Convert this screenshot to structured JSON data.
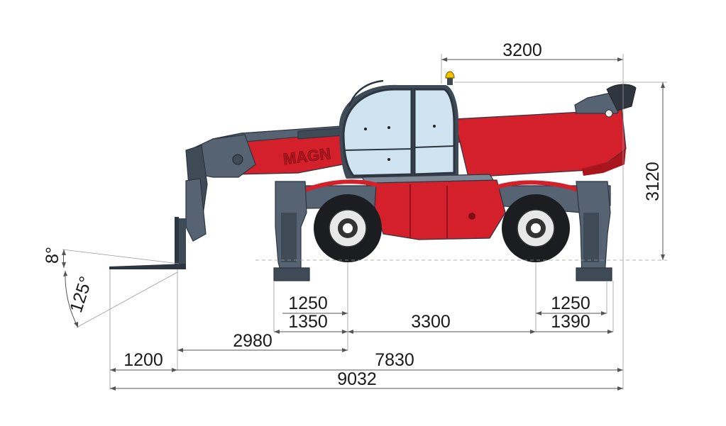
{
  "machine": {
    "logo_text": "MAGN",
    "colors": {
      "body": "#d3202a",
      "steel": "#566373",
      "beacon": "#f2c200"
    }
  },
  "dimensions": {
    "cab_to_rear": "3200",
    "height": "3120",
    "outrigger_front_inner": "1250",
    "outrigger_front_outer": "1350",
    "wheelbase": "3300",
    "outrigger_rear_inner": "1250",
    "outrigger_rear_outer": "1390",
    "front_to_center": "2980",
    "fork_length": "1200",
    "body_length": "7830",
    "overall_length": "9032"
  },
  "angles": {
    "fork_tilt_up": "8°",
    "fork_tilt_down": "125°"
  }
}
